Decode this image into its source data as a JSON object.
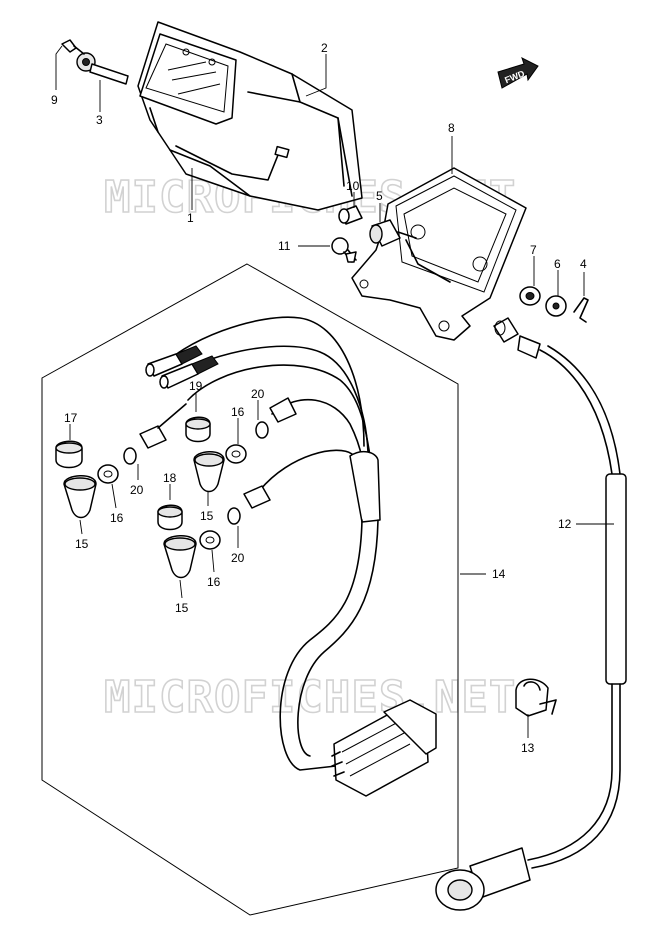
{
  "watermark": "MICROFICHES.NET",
  "direction_arrow": "FWD",
  "callouts": {
    "c1": "1",
    "c2": "2",
    "c3": "3",
    "c4": "4",
    "c5": "5",
    "c6": "6",
    "c7": "7",
    "c8": "8",
    "c9": "9",
    "c10": "10",
    "c11": "11",
    "c12": "12",
    "c13": "13",
    "c14": "14",
    "c15a": "15",
    "c15b": "15",
    "c15c": "15",
    "c16a": "16",
    "c16b": "16",
    "c16c": "16",
    "c17": "17",
    "c18": "18",
    "c19": "19",
    "c20a": "20",
    "c20b": "20",
    "c20c": "20"
  },
  "colors": {
    "line": "#000000",
    "background": "#ffffff",
    "watermark": "#d2d2d2"
  }
}
